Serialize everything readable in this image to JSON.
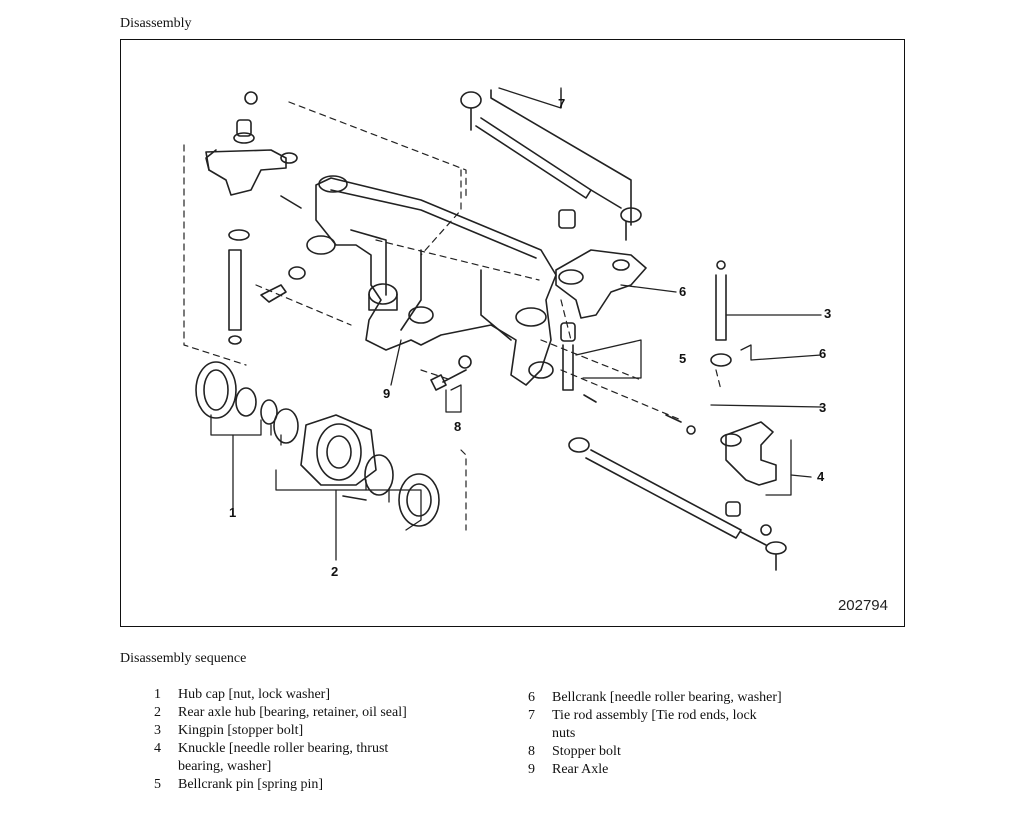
{
  "page": {
    "title": "Disassembly",
    "figure_number": "202794",
    "sequence_title": "Disassembly sequence"
  },
  "callouts": [
    "1",
    "2",
    "3",
    "4",
    "5",
    "6",
    "7",
    "8",
    "9"
  ],
  "sequence_left": [
    {
      "num": "1",
      "text": "Hub cap [nut, lock washer]"
    },
    {
      "num": "2",
      "text": "Rear axle hub [bearing, retainer, oil seal]"
    },
    {
      "num": "3",
      "text": "Kingpin [stopper bolt]"
    },
    {
      "num": "4",
      "text": "Knuckle [needle roller bearing, thrust bearing, washer]"
    },
    {
      "num": "5",
      "text": "Bellcrank pin [spring pin]"
    }
  ],
  "sequence_right": [
    {
      "num": "6",
      "text": "Bellcrank [needle roller bearing, washer]"
    },
    {
      "num": "7",
      "text": "Tie rod assembly [Tie rod ends, lock nuts"
    },
    {
      "num": "8",
      "text": "Stopper bolt"
    },
    {
      "num": "9",
      "text": "Rear Axle"
    }
  ]
}
